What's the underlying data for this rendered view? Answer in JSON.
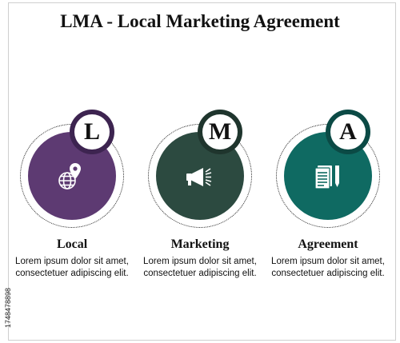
{
  "title": "LMA - Local Marketing Agreement",
  "items": [
    {
      "letter": "L",
      "label": "Local",
      "description": "Lorem ipsum dolor sit amet, consectetuer adipiscing elit.",
      "icon": "globe-location-pin-icon",
      "color": "#5d3a72"
    },
    {
      "letter": "M",
      "label": "Marketing",
      "description": "Lorem ipsum dolor sit amet, consectetuer adipiscing elit.",
      "icon": "megaphone-icon",
      "color": "#2c4a40"
    },
    {
      "letter": "A",
      "label": "Agreement",
      "description": "Lorem ipsum dolor sit amet, consectetuer adipiscing elit.",
      "icon": "document-pen-icon",
      "color": "#0f6a62"
    }
  ],
  "stock_id": "1748478898"
}
